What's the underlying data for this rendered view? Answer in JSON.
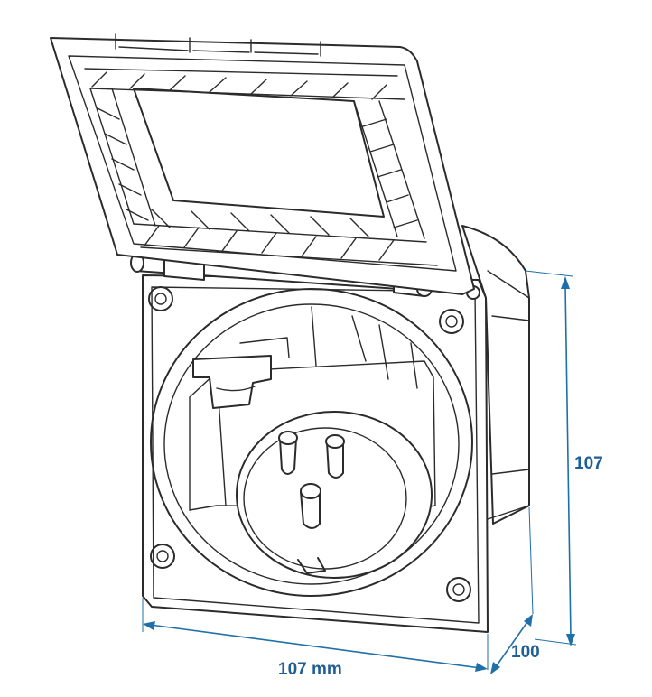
{
  "dimensions": {
    "width_label": "107 mm",
    "height_label": "107",
    "depth_label": "100"
  },
  "colors": {
    "line": "#2b2b2b",
    "dimension": "#1f6fa8",
    "dimension_text": "#1f5f95",
    "background": "#ffffff"
  }
}
